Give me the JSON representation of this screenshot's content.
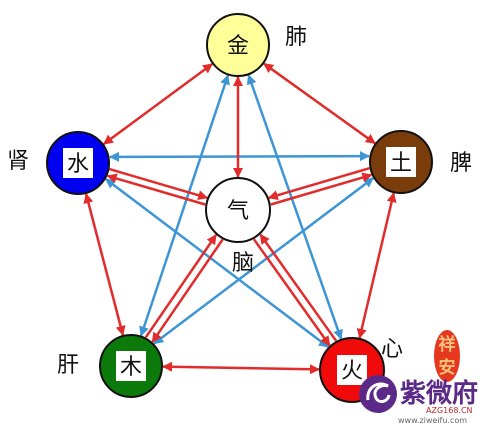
{
  "nodes": [
    {
      "element": "金",
      "organ": "肺",
      "color": "#ffff99"
    },
    {
      "element": "水",
      "organ": "肾",
      "color": "#0000f0"
    },
    {
      "element": "土",
      "organ": "脾",
      "color": "#7b3c0c"
    },
    {
      "element": "气",
      "organ": "脑",
      "color": "#ffffff"
    },
    {
      "element": "木",
      "organ": "肝",
      "color": "#0b7a0b"
    },
    {
      "element": "火",
      "organ": "心",
      "color": "#f00a0a"
    }
  ],
  "colors": {
    "generate_arrow": "#e22b2b",
    "control_arrow": "#3d95d6",
    "watermark": "#5b2a88",
    "watermark_code": "#c0282e",
    "watermark_url": "#666666",
    "seal": "#e4391f",
    "seal_text": "#f7c27a"
  },
  "watermark": {
    "brand": "紫微府",
    "code": "AZG168.CN",
    "url": "www.ziweifu.com"
  },
  "seal": {
    "line1": "祥",
    "line2": "安"
  }
}
